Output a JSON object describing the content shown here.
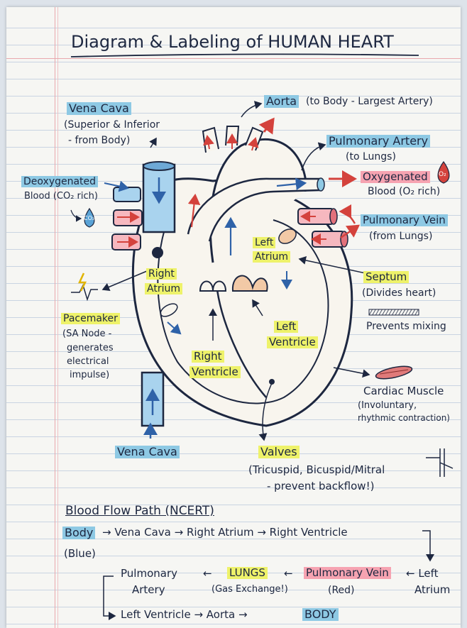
{
  "title": "Diagram & Labeling of HUMAN HEART",
  "labels": {
    "vena_cava_top": "Vena Cava",
    "vena_cava_top_note1": "(Superior & Inferior",
    "vena_cava_top_note2": "- from Body)",
    "aorta": "Aorta",
    "aorta_note": "(to Body - Largest Artery)",
    "pulmonary_artery": "Pulmonary Artery",
    "pulmonary_artery_note": "(to Lungs)",
    "deoxygenated": "Deoxygenated",
    "deoxygenated_note": "Blood (CO₂ rich)",
    "co2_badge": "CO₂",
    "oxygenated": "Oxygenated",
    "oxygenated_note": "Blood (O₂ rich)",
    "o2_badge": "O₂",
    "pulmonary_vein": "Pulmonary Vein",
    "pulmonary_vein_note": "(from Lungs)",
    "left_atrium_1": "Left",
    "left_atrium_2": "Atrium",
    "right_atrium_1": "Right",
    "right_atrium_2": "Atrium",
    "septum": "Septum",
    "septum_note": "(Divides heart)",
    "prevents_mixing": "Prevents mixing",
    "pacemaker": "Pacemaker",
    "pacemaker_note1": "(SA Node -",
    "pacemaker_note2": "generates",
    "pacemaker_note3": "electrical",
    "pacemaker_note4": "impulse)",
    "left_ventricle_1": "Left",
    "left_ventricle_2": "Ventricle",
    "right_ventricle_1": "Right",
    "right_ventricle_2": "Ventricle",
    "cardiac_muscle": "Cardiac Muscle",
    "cardiac_muscle_note1": "(Involuntary,",
    "cardiac_muscle_note2": "rhythmic contraction)",
    "vena_cava_bottom": "Vena Cava",
    "valves": "Valves",
    "valves_note1": "(Tricuspid, Bicuspid/Mitral",
    "valves_note2": "- prevent backflow!)"
  },
  "flow": {
    "heading": "Blood Flow Path (NCERT)",
    "body": "Body",
    "blue": "(Blue)",
    "vena_cava": "→ Vena Cava → Right Atrium → Right Ventricle",
    "pulmonary_artery_1": "Pulmonary",
    "pulmonary_artery_2": "Artery",
    "arrow_left": "←",
    "lungs": "LUNGS",
    "gas_exchange": "(Gas Exchange!)",
    "pulmonary_vein": "Pulmonary Vein",
    "red": "(Red)",
    "left_atrium_1": "← Left",
    "left_atrium_2": "Atrium",
    "last_line": "Left Ventricle → Aorta →",
    "body_end": "BODY"
  },
  "colors": {
    "blue_highlight": "#8ec9e4",
    "yellow_highlight": "#eef26a",
    "pink_highlight": "#f6a3b1",
    "red_arrow": "#d4423c",
    "blue_arrow": "#2f62a8",
    "ink": "#1d2740"
  }
}
